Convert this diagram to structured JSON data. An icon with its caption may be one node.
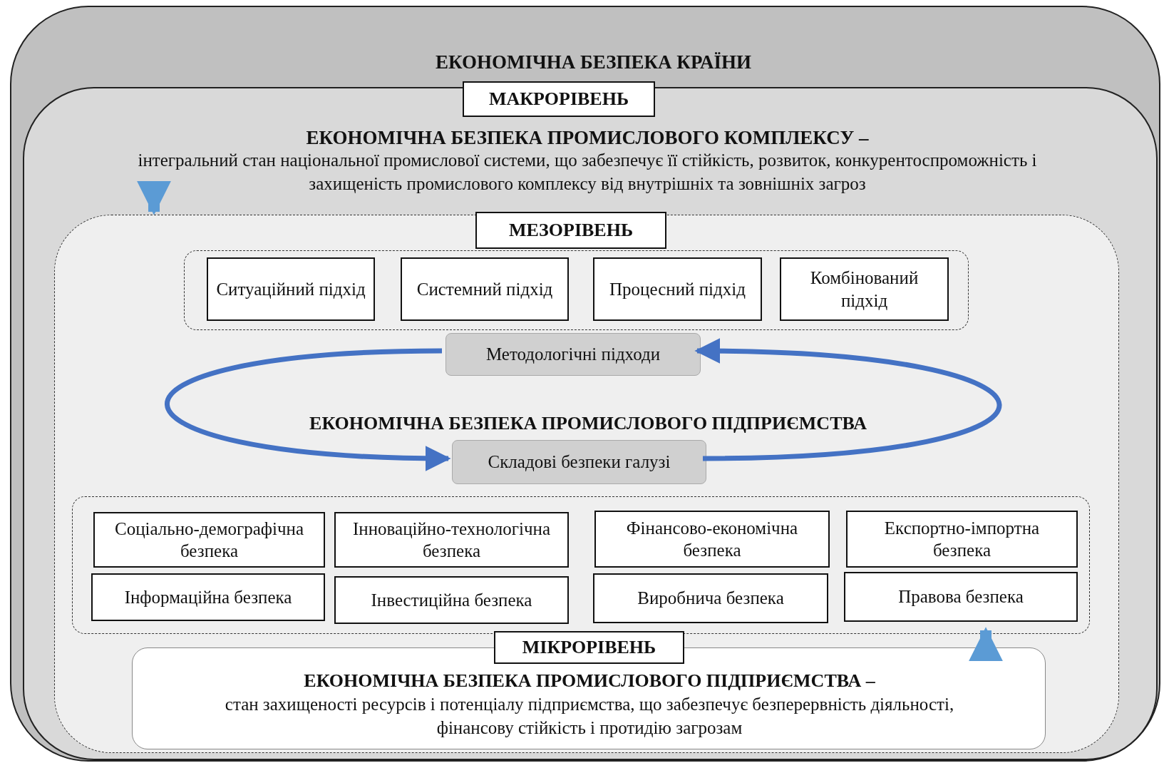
{
  "diagram": {
    "nodes": [
      {
        "text": [
          "ЕКОНОМІЧНА БЕЗПЕКА КРАЇНИ"
        ]
      },
      {
        "text": [
          "ЕКОНОМІЧНА БЕЗПЕКА ПРОМИСЛОВОГО КОМПЛЕКСУ –",
          "інтегральний стан національної промислової системи, що забезпечує її стійкість, розвиток, конкурентоспроможність і захищеність промислового комплексу від внутрішніх та зовнішніх загроз"
        ],
        "in": 0
      },
      {
        "text": [
          "МАКРОРІВЕНЬ"
        ],
        "in": 1
      },
      {
        "text": [
          "ЕКОНОМІЧНА БЕЗПЕКА ПРОМИСЛОВОГО ПІДПРИЄМСТВА"
        ],
        "in": 1
      },
      {
        "text": [
          "МЕЗОРІВЕНЬ"
        ],
        "in": 3
      },
      {
        "text": [],
        "shape": "box",
        "in": 3
      },
      {
        "text": [
          "Ситуаційний підхід"
        ],
        "in": 5
      },
      {
        "text": [
          "Системний підхід"
        ],
        "in": 5
      },
      {
        "text": [
          "Процесний підхід"
        ],
        "in": 5
      },
      {
        "text": [
          "Комбінований підхід"
        ],
        "in": 5
      },
      {
        "text": [
          "Методологічні підходи"
        ],
        "in": 3
      },
      {
        "text": [
          "Складові безпеки галузі"
        ],
        "in": 3
      },
      {
        "text": [],
        "shape": "box",
        "in": 3
      },
      {
        "text": [
          "Соціально-демографічна безпека"
        ],
        "in": 12
      },
      {
        "text": [
          "Інноваційно-технологічна безпека"
        ],
        "in": 12
      },
      {
        "text": [
          "Фінансово-економічна безпека"
        ],
        "in": 12
      },
      {
        "text": [
          "Експортно-імпортна безпека"
        ],
        "in": 12
      },
      {
        "text": [
          "Інформаційна безпека"
        ],
        "in": 12
      },
      {
        "text": [
          "Інвестиційна безпека"
        ],
        "in": 12
      },
      {
        "text": [
          "Виробнича безпека"
        ],
        "in": 12
      },
      {
        "text": [
          "Правова безпека"
        ],
        "in": 12
      },
      {
        "text": [
          "МІКРОРІВЕНЬ"
        ],
        "in": 3
      },
      {
        "text": [
          "ЕКОНОМІЧНА БЕЗПЕКА ПРОМИСЛОВОГО ПІДПРИЄМСТВА –",
          "стан захищеності ресурсів і потенціалу підприємства, що забезпечує безперервність діяльності, фінансову стійкість і протидію загрозам"
        ],
        "in": 3
      }
    ],
    "edges": [
      {
        "from": 10,
        "to": 11,
        "arrow": "to"
      },
      {
        "from": 11,
        "to": 10,
        "arrow": "to"
      },
      {
        "from": null,
        "to": 3,
        "arrow": "to",
        "style": "thick",
        "color": "#5b9bd5"
      },
      {
        "from": 22,
        "to": 12,
        "arrow": "to",
        "style": "thick",
        "color": "#5b9bd5"
      }
    ]
  }
}
